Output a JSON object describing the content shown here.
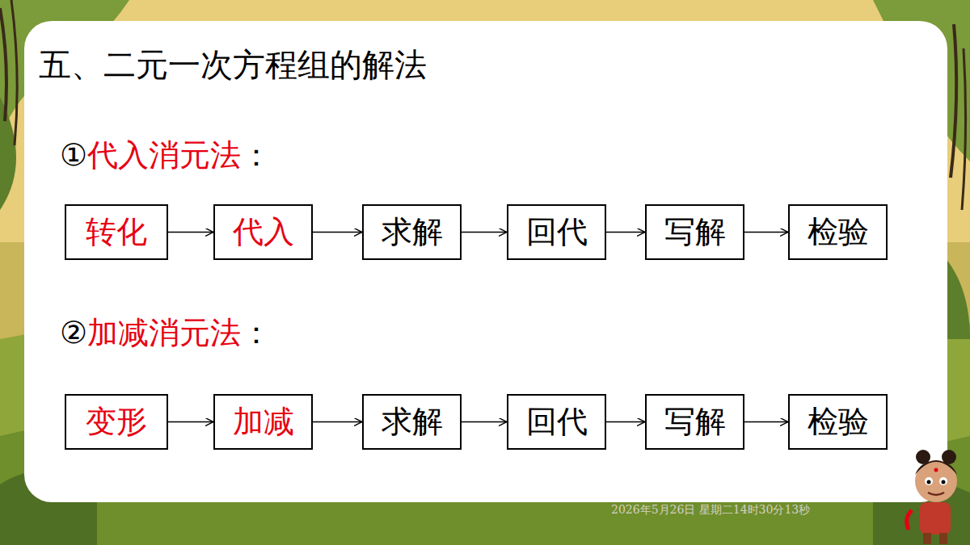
{
  "diagram": {
    "title": "五、二元一次方程组的解法",
    "nodes": [
      {
        "text": [
          "转化"
        ]
      },
      {
        "text": [
          "代入"
        ]
      },
      {
        "text": [
          "求解"
        ]
      },
      {
        "text": [
          "回代"
        ]
      },
      {
        "text": [
          "写解"
        ]
      },
      {
        "text": [
          "检验"
        ]
      },
      {
        "text": [
          "变形"
        ]
      },
      {
        "text": [
          "加减"
        ]
      },
      {
        "text": [
          "求解"
        ]
      },
      {
        "text": [
          "回代"
        ]
      },
      {
        "text": [
          "写解"
        ]
      },
      {
        "text": [
          "检验"
        ]
      }
    ],
    "edges": [
      {
        "from": 0,
        "to": 1,
        "arrow": "to"
      },
      {
        "from": 1,
        "to": 2,
        "arrow": "to"
      },
      {
        "from": 2,
        "to": 3,
        "arrow": "to"
      },
      {
        "from": 3,
        "to": 4,
        "arrow": "to"
      },
      {
        "from": 4,
        "to": 5,
        "arrow": "to"
      },
      {
        "from": 6,
        "to": 7,
        "arrow": "to"
      },
      {
        "from": 7,
        "to": 8,
        "arrow": "to"
      },
      {
        "from": 8,
        "to": 9,
        "arrow": "to"
      },
      {
        "from": 9,
        "to": 10,
        "arrow": "to"
      },
      {
        "from": 10,
        "to": 11,
        "arrow": "to"
      }
    ],
    "labels": [
      "①",
      "代入消元法",
      "：",
      "②",
      "加减消元法",
      "：",
      "2026年5月26日 星期二14时30分13秒"
    ]
  }
}
